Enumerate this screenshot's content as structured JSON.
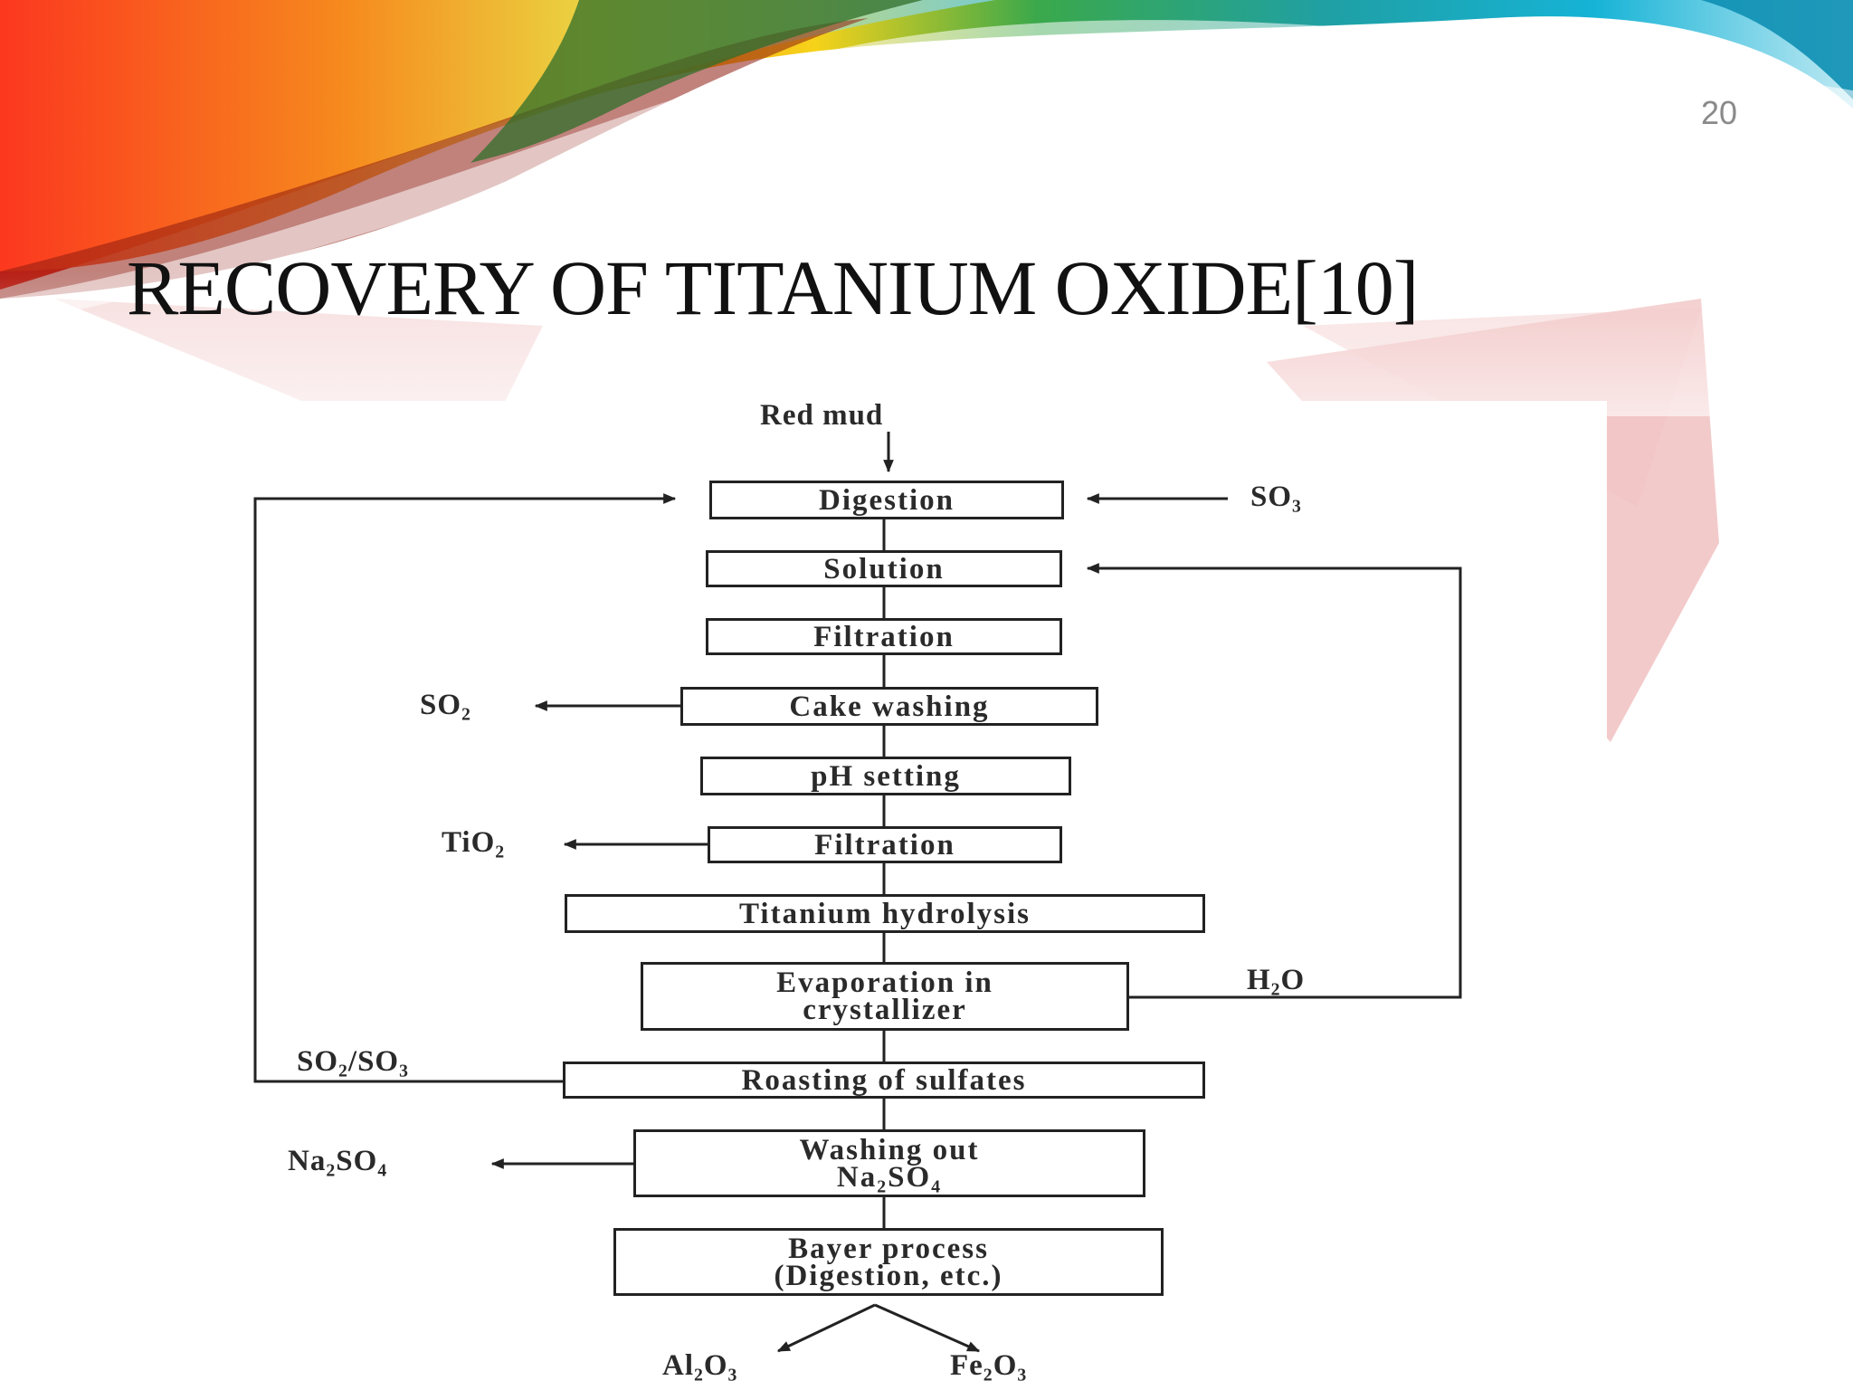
{
  "slide": {
    "page_number": "20",
    "title": "RECOVERY OF TITANIUM OXIDE[10]"
  },
  "flowchart": {
    "input": "Red mud",
    "steps": [
      "Digestion",
      "Solution",
      "Filtration",
      "Cake washing",
      "pH setting",
      "Filtration",
      "Titanium hydrolysis",
      "Evaporation in crystallizer",
      "Roasting of sulfates",
      "Washing out Na₂SO₄",
      "Bayer process (Digestion, etc.)"
    ],
    "labels": {
      "so3_in": "SO₃",
      "so2_out": "SO₂",
      "tio2_out": "TiO₂",
      "h2o": "H₂O",
      "so2_so3": "SO₂/SO₃",
      "na2so4_out": "Na₂SO₄",
      "al2o3": "Al₂O₃",
      "fe2o3": "Fe₂O₃"
    }
  },
  "colors": {
    "title": "#111111",
    "page_number": "#8a8a8a",
    "diagram_ink": "#222222",
    "ribbon_red": "#e8241e",
    "ribbon_orange": "#f7931e",
    "ribbon_yellow": "#f6d21a",
    "ribbon_green": "#3aa84b",
    "ribbon_cyan": "#16b3d6"
  }
}
